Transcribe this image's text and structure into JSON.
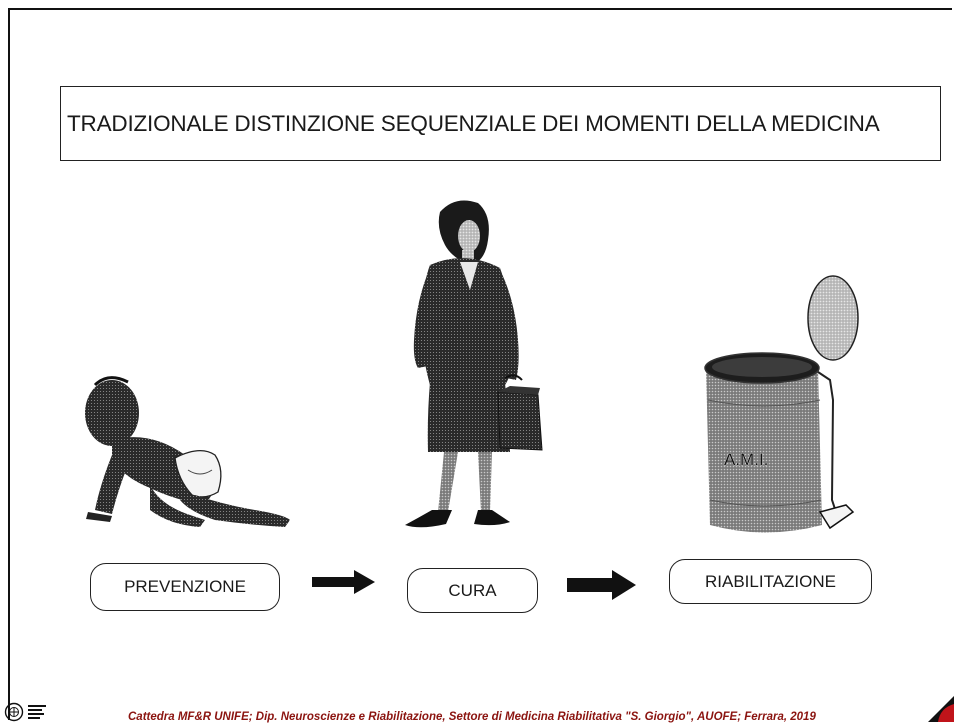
{
  "slide": {
    "title": "TRADIZIONALE DISTINZIONE SEQUENZIALE DEI MOMENTI DELLA MEDICINA"
  },
  "illustrations": {
    "baby": "crawling-baby-illustration",
    "woman": "businesswoman-illustration",
    "bin": "waste-bin-illustration",
    "bin_label": "A.M.I."
  },
  "sequence": {
    "step1": "PREVENZIONE",
    "step2": "CURA",
    "step3": "RIABILITAZIONE"
  },
  "footer": {
    "credit": "Cattedra MF&R UNIFE; Dip. Neuroscienze e Riabilitazione, Settore di Medicina Riabilitativa \"S. Giorgio\", AUOFE; Ferrara, 2019"
  },
  "colors": {
    "footer_text": "#8b1410",
    "corner_logo": "#c0141a",
    "halftone": "#555555"
  }
}
